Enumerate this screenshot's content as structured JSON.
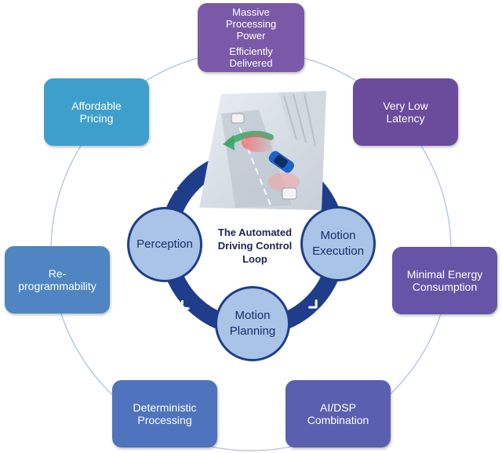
{
  "center": {
    "title_line1": "The Automated",
    "title_line2": "Driving Control",
    "title_line3": "Loop"
  },
  "loop_nodes": {
    "perception": "Perception",
    "motion_execution_line1": "Motion",
    "motion_execution_line2": "Execution",
    "motion_planning_line1": "Motion",
    "motion_planning_line2": "Planning"
  },
  "outer_boxes": {
    "massive_processing": {
      "line1": "Massive",
      "line2": "Processing",
      "line3": "Power",
      "line4": "Efficiently",
      "line5": "Delivered"
    },
    "very_low_latency": {
      "line1": "Very Low",
      "line2": "Latency"
    },
    "minimal_energy": {
      "line1": "Minimal Energy",
      "line2": "Consumption"
    },
    "ai_dsp": {
      "line1": "AI/DSP",
      "line2": "Combination"
    },
    "deterministic": {
      "line1": "Deterministic",
      "line2": "Processing"
    },
    "reprogrammability": {
      "line1": "Re-",
      "line2": "programmability"
    },
    "affordable_pricing": {
      "line1": "Affordable",
      "line2": "Pricing"
    }
  },
  "colors": {
    "purple_dark": "#6a4b9c",
    "purple_mid": "#7a5aa8",
    "indigo": "#5a5fb0",
    "blue_mid": "#4f74bd",
    "steel_blue": "#4e85c2",
    "cyan_blue": "#3f9fcc",
    "ring": "#1f3d8a",
    "node_fill": "#a9c4e6",
    "outer_circle": "#a8c0dc"
  },
  "icons": {
    "road_scene": "automated-car-road-scene",
    "ring_arrow": "chevron-arrow-icon"
  }
}
